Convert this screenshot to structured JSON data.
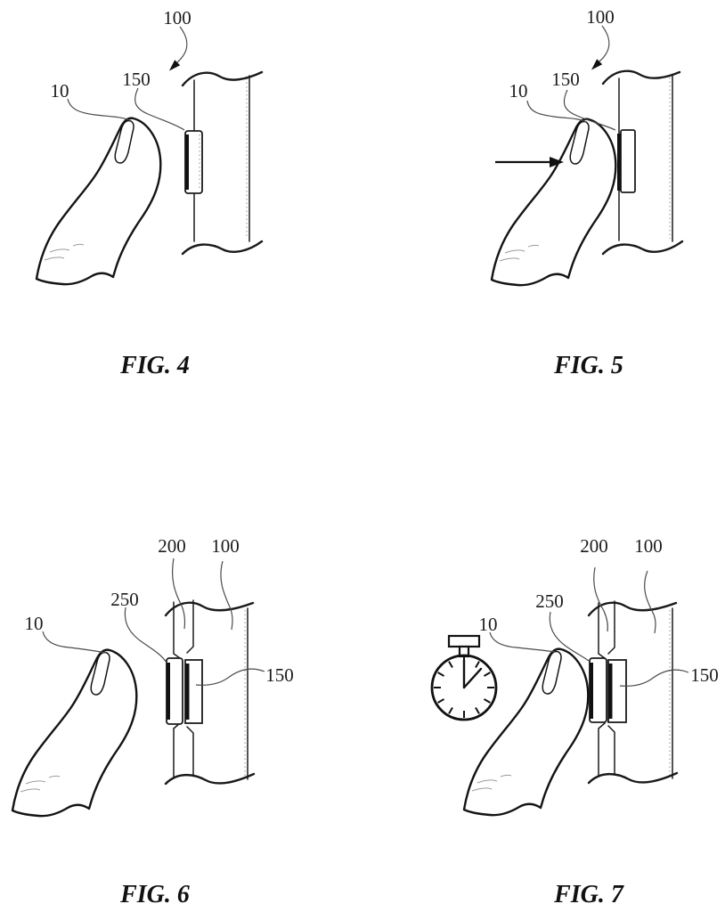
{
  "figures": [
    {
      "caption": "FIG. 4",
      "labels": {
        "finger": "10",
        "device": "100",
        "button": "150"
      }
    },
    {
      "caption": "FIG. 5",
      "labels": {
        "finger": "10",
        "device": "100",
        "button": "150"
      }
    },
    {
      "caption": "FIG. 6",
      "labels": {
        "finger": "10",
        "device": "100",
        "button": "150",
        "band": "200",
        "cover": "250"
      }
    },
    {
      "caption": "FIG. 7",
      "labels": {
        "finger": "10",
        "device": "100",
        "button": "150",
        "band": "200",
        "cover": "250"
      }
    }
  ],
  "icons": {
    "stopwatch": "stopwatch-icon",
    "press_arrow": "right-arrow-icon",
    "device_pointer": "curved-arrow-icon"
  },
  "colors": {
    "ink": "#1a1a1a",
    "leader": "#4a4a4a",
    "background": "#ffffff"
  }
}
